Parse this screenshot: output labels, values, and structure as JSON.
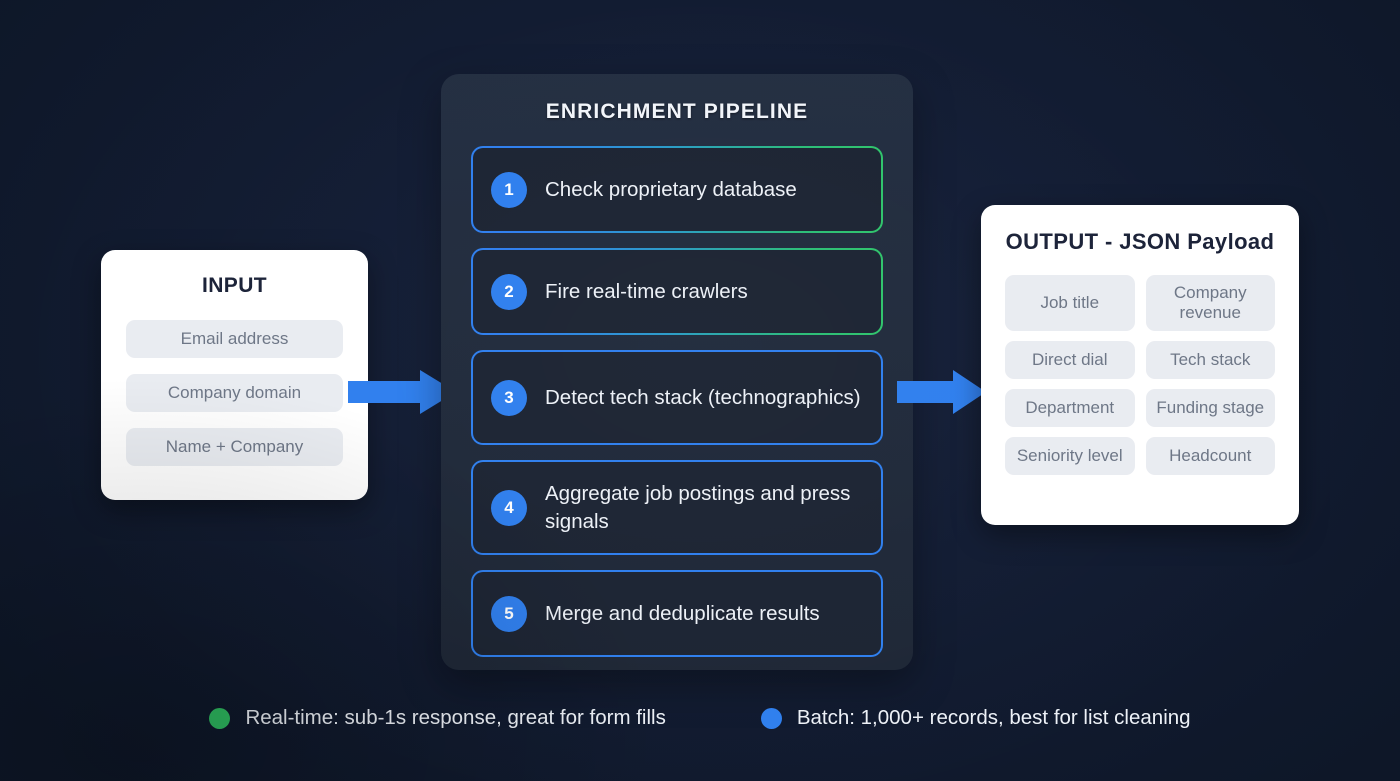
{
  "theme": {
    "background": "#111b31",
    "panel_bg": "#212b3c",
    "card_bg": "#ffffff",
    "accent_blue": "#2f7fee",
    "accent_green": "#2fc46b",
    "pill_bg": "#e9ecf1",
    "pill_text": "#6d7686",
    "heading_dark": "#1b2238"
  },
  "input": {
    "title": "INPUT",
    "fields": [
      "Email address",
      "Company domain",
      "Name + Company"
    ]
  },
  "pipeline": {
    "title": "ENRICHMENT PIPELINE",
    "steps": [
      {
        "number": "1",
        "label": "Check proprietary database",
        "border": "gradient-blue-green"
      },
      {
        "number": "2",
        "label": "Fire real-time crawlers",
        "border": "gradient-blue-green"
      },
      {
        "number": "3",
        "label": "Detect tech stack (technographics)",
        "border": "solid-blue"
      },
      {
        "number": "4",
        "label": "Aggregate job postings and press signals",
        "border": "solid-blue"
      },
      {
        "number": "5",
        "label": "Merge and deduplicate results",
        "border": "solid-blue"
      }
    ]
  },
  "output": {
    "title": "OUTPUT - JSON Payload",
    "fields": [
      "Job title",
      "Company revenue",
      "Direct dial",
      "Tech stack",
      "Department",
      "Funding stage",
      "Seniority level",
      "Headcount"
    ]
  },
  "arrows": [
    {
      "name": "input-to-pipeline",
      "color": "#2f7fee"
    },
    {
      "name": "pipeline-to-output",
      "color": "#2f7fee"
    }
  ],
  "legend": [
    {
      "dot_color": "#2fbe62",
      "text": "Real-time: sub-1s response, great for form fills"
    },
    {
      "dot_color": "#2f7fee",
      "text": "Batch: 1,000+ records, best for list cleaning"
    }
  ]
}
